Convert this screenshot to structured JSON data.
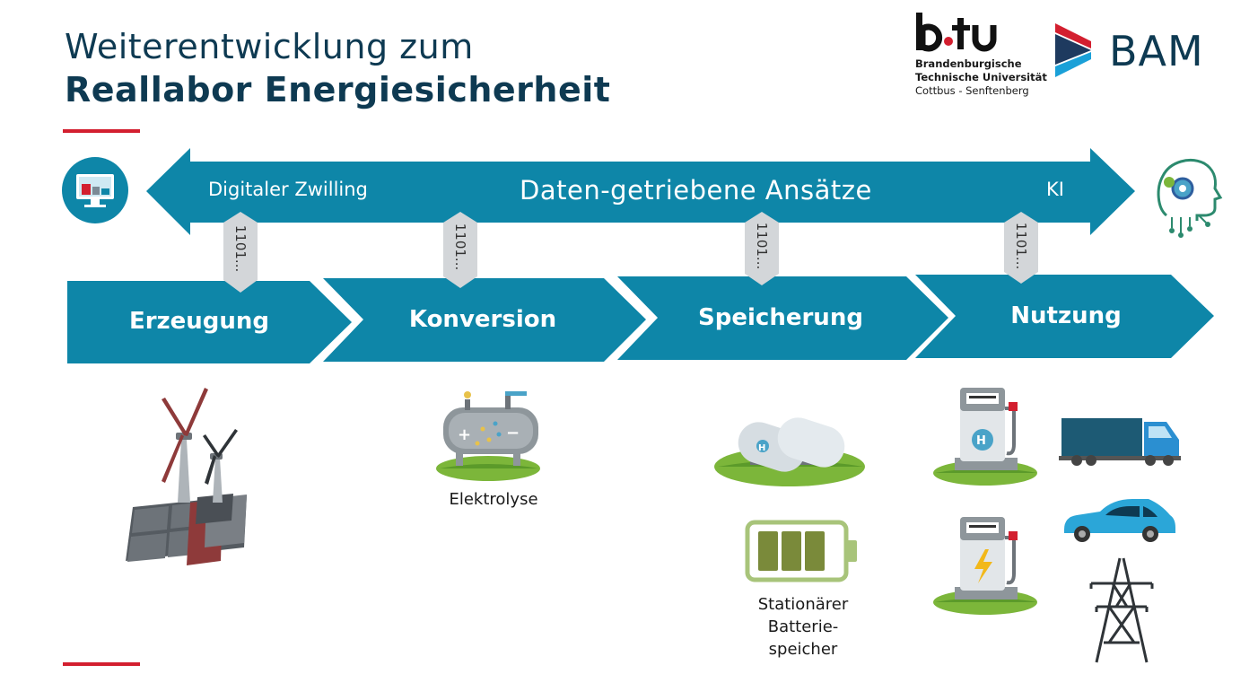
{
  "title": {
    "line1": "Weiterentwicklung zum",
    "line2": "Reallabor Energiesicherheit"
  },
  "logos": {
    "btu": {
      "mark": "b-tu",
      "line1": "Brandenburgische",
      "line2": "Technische Universität",
      "line3": "Cottbus - Senftenberg"
    },
    "bam": {
      "text": "BAM"
    }
  },
  "data_arrow": {
    "left_label": "Digitaler Zwilling",
    "center_label": "Daten-getriebene Ansätze",
    "right_label": "KI"
  },
  "binary_tags": [
    "1101...",
    "1101...",
    "1101...",
    "1101..."
  ],
  "stages": [
    "Erzeugung",
    "Konversion",
    "Speicherung",
    "Nutzung"
  ],
  "captions": {
    "elektrolyse": "Elektrolyse",
    "battery_line1": "Stationärer",
    "battery_line2": "Batterie-",
    "battery_line3": "speicher"
  },
  "icons": [
    "monitor-icon",
    "ai-head-icon",
    "wind-turbine-icon",
    "solar-panel-icon",
    "electrolyzer-icon",
    "hydrogen-tank-icon",
    "battery-icon",
    "hydrogen-pump-icon",
    "charging-station-icon",
    "truck-icon",
    "car-icon",
    "power-pylon-icon"
  ],
  "colors": {
    "primary": "#0e86a8",
    "title": "#0e3a52",
    "accent": "#d31f2f",
    "grass": "#7cb63a"
  }
}
